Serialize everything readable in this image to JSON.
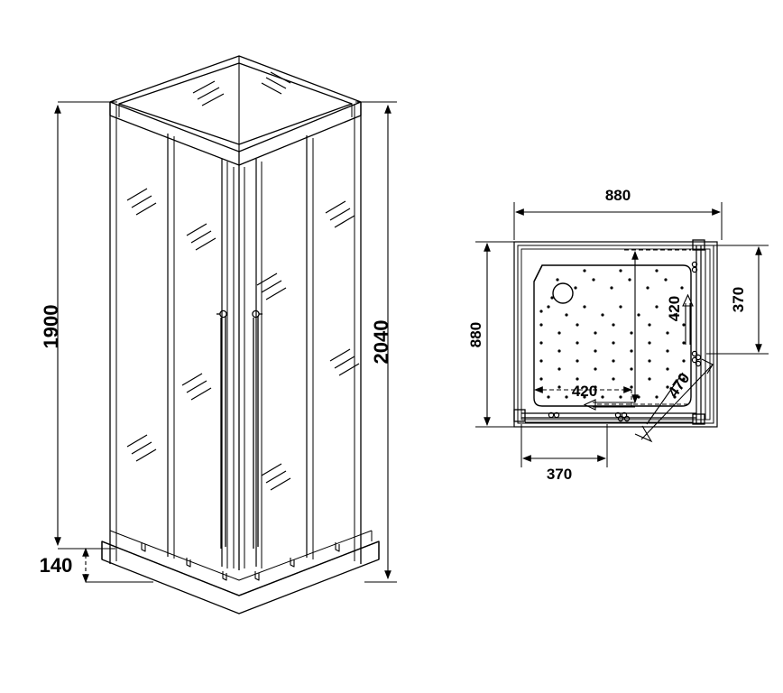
{
  "drawing": {
    "title": "Shower Enclosure Technical Drawing",
    "line_color": "#000000",
    "background_color": "#ffffff",
    "units": "mm"
  },
  "views": {
    "isometric": {
      "name": "isometric-enclosure-view",
      "description": "3D corner-entry shower enclosure with sliding glass doors and tray base"
    },
    "plan": {
      "name": "plan-tray-view",
      "description": "Top-down plan of shower tray with anti-slip dots, drain and sliding door rails"
    }
  },
  "dimensions": {
    "height_glass": "1900",
    "height_total": "2040",
    "tray_height": "140",
    "plan_width": "880",
    "plan_depth": "880",
    "door_opening_side": "420",
    "door_opening_front": "420",
    "rail_side": "370",
    "rail_front": "370",
    "diagonal_entry": "470"
  },
  "labels": {
    "h1900": "1900",
    "h2040": "2040",
    "h140": "140",
    "w880_top": "880",
    "w880_left": "880",
    "d420_right": "420",
    "d420_bottom": "420",
    "d370_right": "370",
    "d370_bottom": "370",
    "d470": "470"
  }
}
